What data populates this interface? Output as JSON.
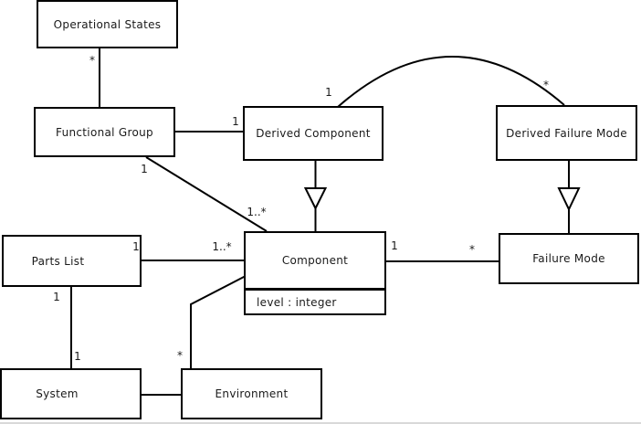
{
  "diagram": {
    "type": "uml-class-diagram",
    "background_color": "#ffffff",
    "line_color": "#000000",
    "classes": {
      "operational_states": {
        "name": "Operational States"
      },
      "functional_group": {
        "name": "Functional Group"
      },
      "derived_component": {
        "name": "Derived Component"
      },
      "derived_failure_mode": {
        "name": "Derived Failure Mode"
      },
      "parts_list": {
        "name": "Parts List"
      },
      "component": {
        "name": "Component",
        "attributes": [
          "level : integer"
        ]
      },
      "failure_mode": {
        "name": "Failure Mode"
      },
      "system": {
        "name": "System"
      },
      "environment": {
        "name": "Environment"
      }
    },
    "multiplicities": {
      "os_fg_star": "*",
      "fg_dc_1": "1",
      "dc_dfm_1": "1",
      "dc_dfm_star": "*",
      "fg_comp_1": "1",
      "fg_comp_1star": "1..*",
      "pl_comp_1": "1",
      "pl_comp_1star": "1..*",
      "comp_fm_1": "1",
      "comp_fm_star": "*",
      "pl_sys_1_top": "1",
      "pl_sys_1_bottom": "1",
      "env_comp_star": "*"
    },
    "associations": [
      {
        "a": "Operational States",
        "b": "Functional Group",
        "mult_near_a": "*"
      },
      {
        "a": "Functional Group",
        "b": "Derived Component",
        "mult_near_b": "1"
      },
      {
        "a": "Derived Component",
        "b": "Derived Failure Mode",
        "mult_near_a": "1",
        "mult_near_b": "*",
        "shape": "arc"
      },
      {
        "a": "Functional Group",
        "b": "Component",
        "mult_near_a": "1",
        "mult_near_b": "1..*"
      },
      {
        "a": "Parts List",
        "b": "Component",
        "mult_near_a": "1",
        "mult_near_b": "1..*"
      },
      {
        "a": "Component",
        "b": "Failure Mode",
        "mult_near_a": "1",
        "mult_near_b": "*"
      },
      {
        "a": "Parts List",
        "b": "System",
        "mult_near_a": "1",
        "mult_near_b": "1"
      },
      {
        "a": "System",
        "b": "Environment"
      },
      {
        "a": "Environment",
        "b": "Component",
        "mult_near_a": "*"
      }
    ],
    "generalizations": [
      {
        "child": "Derived Component",
        "parent": "Component"
      },
      {
        "child": "Derived Failure Mode",
        "parent": "Failure Mode"
      }
    ]
  }
}
